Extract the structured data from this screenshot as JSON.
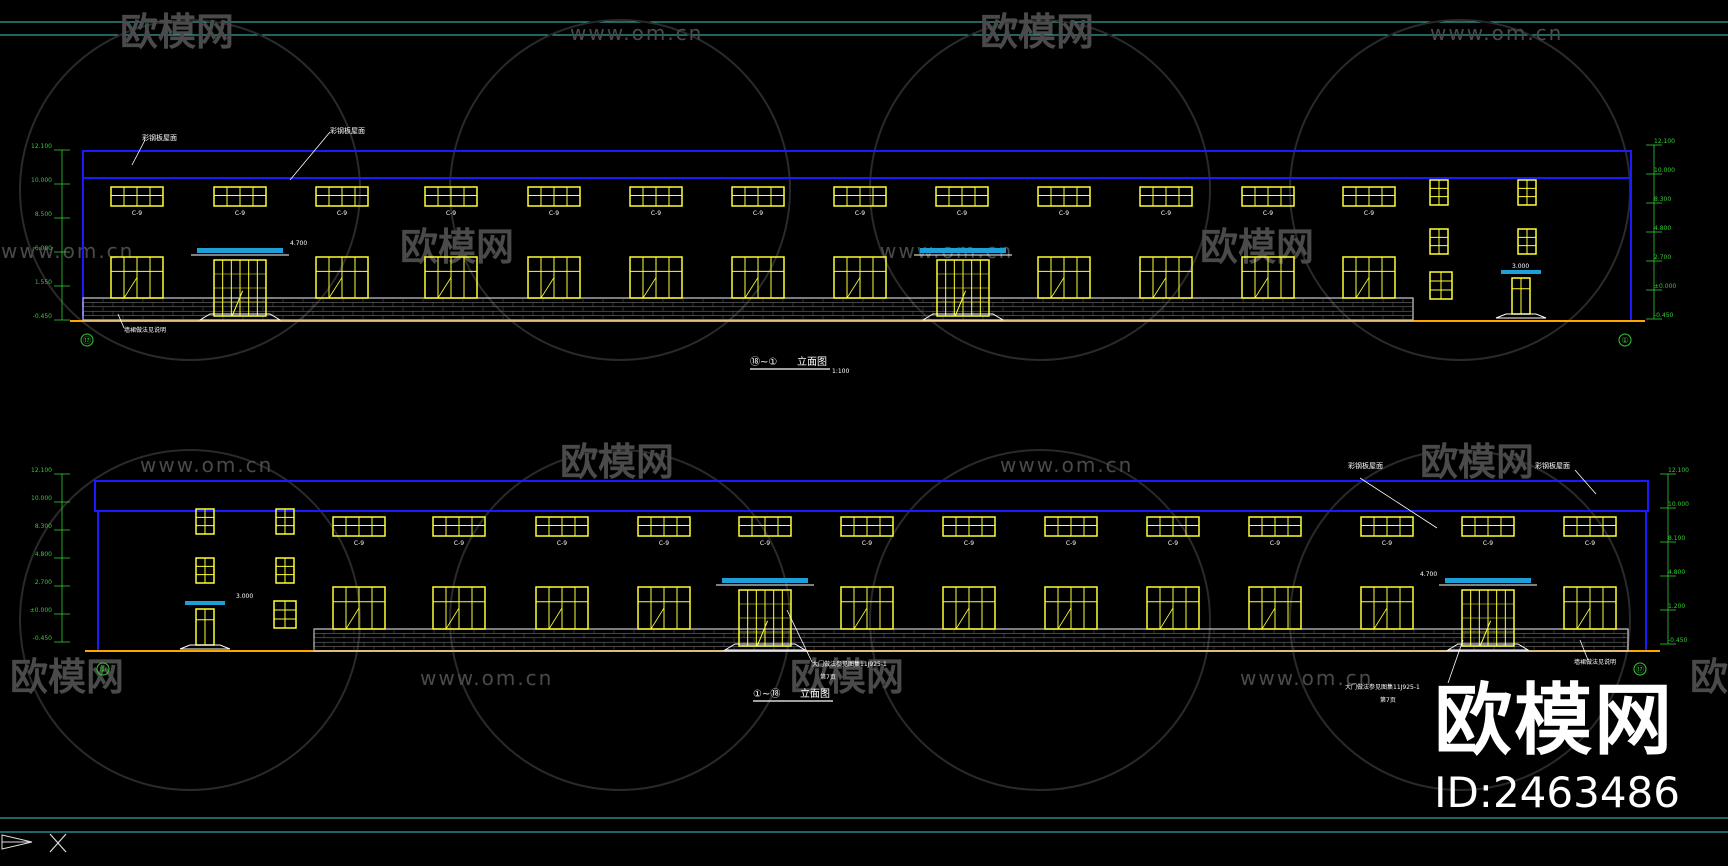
{
  "colors": {
    "background": "#000000",
    "outline": "#1a1aff",
    "window": "#ffff33",
    "canopy": "#1e9fd8",
    "ground": "#ffa500",
    "base": "#cfcfcf",
    "dimension": "#33cc33",
    "frame": "#3fc8c8",
    "text": "#ffffff",
    "watermark": "#4a4a4a"
  },
  "watermark": {
    "logo_text": "欧模网",
    "url_text": "www.om.cn"
  },
  "brand": {
    "logo": "欧模网",
    "id": "ID:2463486"
  },
  "elevations": [
    {
      "title_axes": "⑱~①",
      "title": "立面图",
      "scale": "1:100",
      "note_roof_left": "彩钢板屋面",
      "note_roof_right": "彩钢板屋面",
      "note_base": "墙裙做法见说明",
      "window_tag": "C-9",
      "axis_left": "⑰",
      "axis_right": "①",
      "canopy_elev_1": "4.700",
      "canopy_elev_2": "3.000",
      "levels_left": [
        "12.100",
        "10.000",
        "8.500",
        "6.000",
        "1.550",
        "-0.450"
      ],
      "levels_right": [
        "12.100",
        "10.000",
        "8.300",
        "4.800",
        "2.700",
        "±0.000",
        "-0.450"
      ]
    },
    {
      "title_axes": "①~⑱",
      "title": "立面图",
      "scale": "1:100",
      "note_roof_left": "彩钢板屋面",
      "note_roof_right": "彩钢板屋面",
      "note_base": "墙裙做法见说明",
      "note_door_1": "大门做法参见图集11J925-1",
      "note_door_1b": "第7页",
      "note_door_2": "大门做法参见图集11J925-1",
      "note_door_2b": "第7页",
      "window_tag": "C-9",
      "axis_left": "①",
      "axis_right": "⑰",
      "canopy_elev_1": "3.000",
      "canopy_elev_2": "4.700",
      "levels_left": [
        "12.100",
        "10.000",
        "8.300",
        "4.800",
        "2.700",
        "±0.000",
        "-0.450"
      ],
      "levels_right": [
        "12.100",
        "10.000",
        "8.100",
        "4.800",
        "1.200",
        "-0.450"
      ]
    }
  ]
}
